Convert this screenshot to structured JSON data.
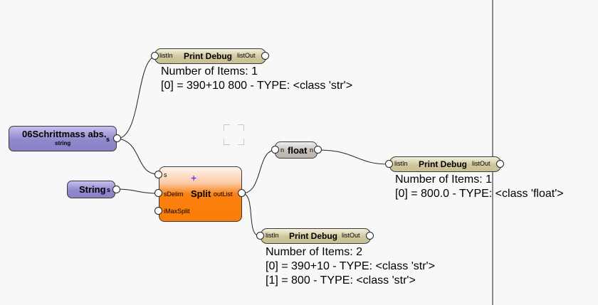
{
  "nodes": {
    "param_main": {
      "title": "06Schrittmass abs.",
      "subtitle": "string",
      "out_port": "s",
      "color": "#9a92d4"
    },
    "param_string": {
      "title": "String",
      "out_port": "s",
      "color": "#9a92d4"
    },
    "split": {
      "title": "Split",
      "inputs": [
        "s",
        "sDelim",
        "iMaxSplit"
      ],
      "output": "outList",
      "color": "#f97d08"
    },
    "float": {
      "title": "float",
      "in_port": "n",
      "out_port": "n"
    },
    "debug_top": {
      "title": "Print Debug",
      "in_port": "listIn",
      "out_port": "listOut",
      "output_lines": [
        "Number of Items: 1",
        "[0] = 390+10 800 - TYPE: <class 'str'>"
      ]
    },
    "debug_float": {
      "title": "Print Debug",
      "in_port": "listIn",
      "out_port": "listOut",
      "output_lines": [
        "Number of Items: 1",
        "[0] = 800.0 - TYPE: <class 'float'>"
      ]
    },
    "debug_split": {
      "title": "Print Debug",
      "in_port": "listIn",
      "out_port": "listOut",
      "output_lines": [
        "Number of Items: 2",
        "[0] = 390+10 - TYPE: <class 'str'>",
        "[1] = 800 - TYPE: <class 'str'>"
      ]
    }
  },
  "connections": [
    {
      "from": "param_main.s",
      "to": "debug_top.listIn"
    },
    {
      "from": "param_main.s",
      "to": "split.s"
    },
    {
      "from": "param_string.s",
      "to": "split.sDelim"
    },
    {
      "from": "split.outList",
      "to": "float.n"
    },
    {
      "from": "split.outList",
      "to": "debug_split.listIn"
    },
    {
      "from": "float.n",
      "to": "debug_float.listIn"
    }
  ]
}
